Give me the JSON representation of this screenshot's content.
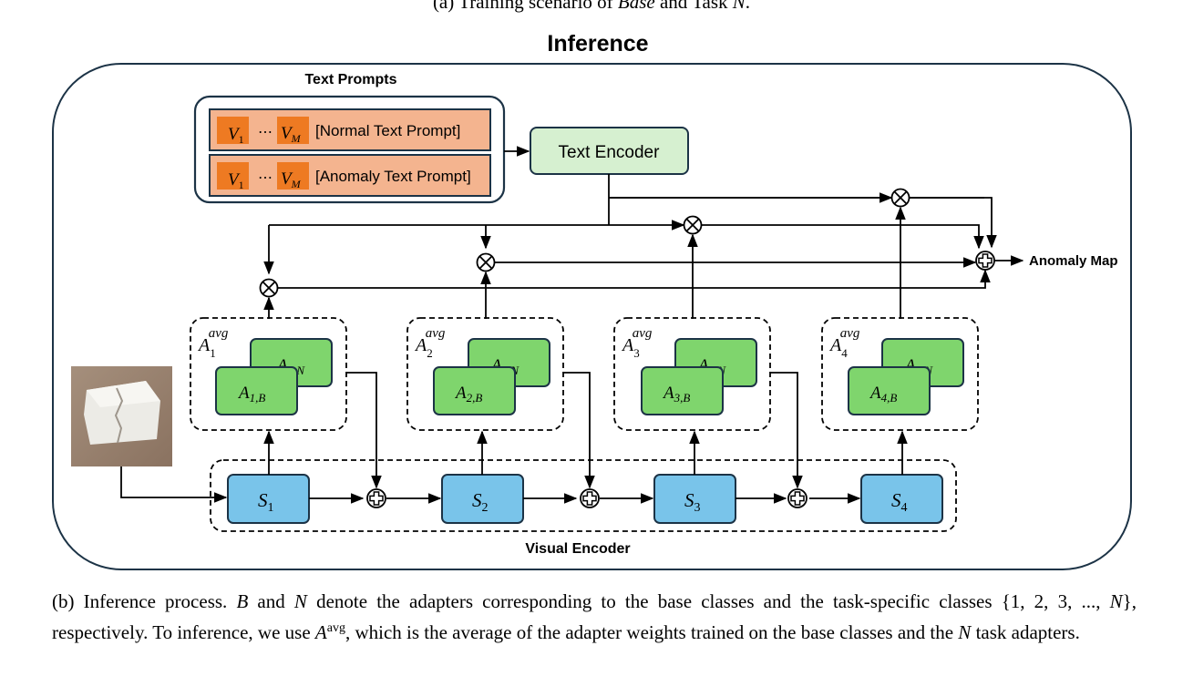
{
  "top_caption": {
    "prefix": "(a) Training scenario of ",
    "base": "Base",
    "mid": " and Task ",
    "n": "N",
    "suffix": "."
  },
  "title": "Inference",
  "text_prompts": {
    "title": "Text Prompts",
    "token_first": "V",
    "token_first_sub": "1",
    "ellipsis": "⋯",
    "token_last": "V",
    "token_last_sub": "M",
    "normal_label": "[Normal Text Prompt]",
    "anomaly_label": "[Anomaly Text Prompt]"
  },
  "text_encoder": {
    "label": "Text Encoder"
  },
  "output_label": "Anomaly Map",
  "visual_encoder": {
    "label": "Visual Encoder"
  },
  "stages": [
    {
      "s_label": "S",
      "s_sub": "1",
      "avg_label": "A",
      "avg_sub": "1",
      "avg_sup": "avg",
      "base_label": "A",
      "base_sub": "1,B",
      "task_label": "A",
      "task_sub": "1,N"
    },
    {
      "s_label": "S",
      "s_sub": "2",
      "avg_label": "A",
      "avg_sub": "2",
      "avg_sup": "avg",
      "base_label": "A",
      "base_sub": "2,B",
      "task_label": "A",
      "task_sub": "2,N"
    },
    {
      "s_label": "S",
      "s_sub": "3",
      "avg_label": "A",
      "avg_sub": "3",
      "avg_sup": "avg",
      "base_label": "A",
      "base_sub": "3,B",
      "task_label": "A",
      "task_sub": "3,N"
    },
    {
      "s_label": "S",
      "s_sub": "4",
      "avg_label": "A",
      "avg_sub": "4",
      "avg_sup": "avg",
      "base_label": "A",
      "base_sub": "4,B",
      "task_label": "A",
      "task_sub": "4,N"
    }
  ],
  "caption": {
    "p1": "(b) Inference process. ",
    "b": "B",
    "p2": " and ",
    "n": "N",
    "p3": " denote the adapters corresponding to the base classes and the task-specific classes {1, 2, 3, ..., ",
    "n2": "N",
    "p4": "}, respectively. To inference, we use ",
    "a": "A",
    "a_sup": "avg",
    "p5": ", which is the average of the adapter weights trained on the base classes and the ",
    "n3": "N",
    "p6": " task adapters."
  },
  "colors": {
    "frame": "#1c3346",
    "prompt_fill": "#f4b48f",
    "token_fill": "#ee7a22",
    "encoder_fill": "#d6f0d0",
    "adapter_fill": "#7fd56d",
    "stage_fill": "#79c4ea"
  },
  "icons": {
    "multiply": "circle-times-icon",
    "add": "circle-plus-icon",
    "image": "cracked-object-photo"
  }
}
